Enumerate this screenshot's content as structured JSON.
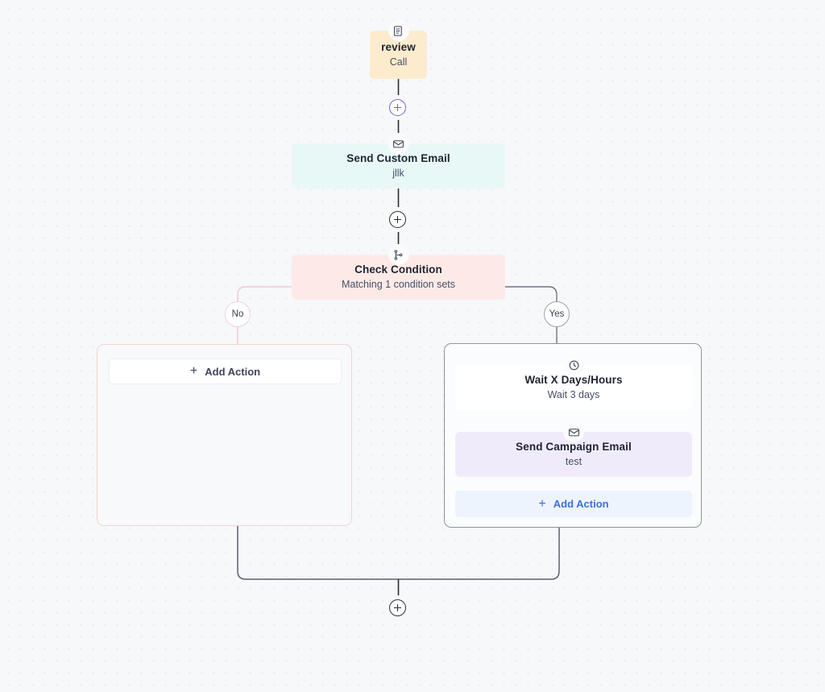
{
  "canvas": {
    "background_color": "#f7f8fa",
    "dot_color": "#e6e9ef"
  },
  "nodes": {
    "review": {
      "title": "review",
      "subtitle": "Call",
      "icon": "call-script-icon",
      "color": "#fceccd"
    },
    "custom_email": {
      "title": "Send Custom Email",
      "subtitle": "jllk",
      "icon": "email-icon",
      "color": "#e8f8f6"
    },
    "check_condition": {
      "title": "Check Condition",
      "subtitle": "Matching 1 condition sets",
      "icon": "branch-icon",
      "color": "#fdeae6"
    },
    "wait": {
      "title": "Wait X Days/Hours",
      "subtitle": "Wait 3 days",
      "icon": "clock-icon",
      "color": "#ffffff"
    },
    "campaign_email": {
      "title": "Send Campaign Email",
      "subtitle": "test",
      "icon": "email-icon",
      "color": "#f0ebfb"
    }
  },
  "branches": {
    "no": {
      "label": "No",
      "border_color": "#f3d3d3",
      "add_action_label": "Add Action",
      "plus_glyph": "+"
    },
    "yes": {
      "label": "Yes",
      "border_color": "#8e949f",
      "add_action_label": "Add Action",
      "plus_glyph": "+",
      "add_action_color": "#3b6fe0"
    }
  },
  "plus_buttons": {
    "top": {
      "glyph": "+",
      "color": "#7a62d4"
    },
    "middle": {
      "glyph": "+",
      "color": "#2c2c2c"
    },
    "bottom": {
      "glyph": "+",
      "color": "#2c2c2c"
    }
  }
}
